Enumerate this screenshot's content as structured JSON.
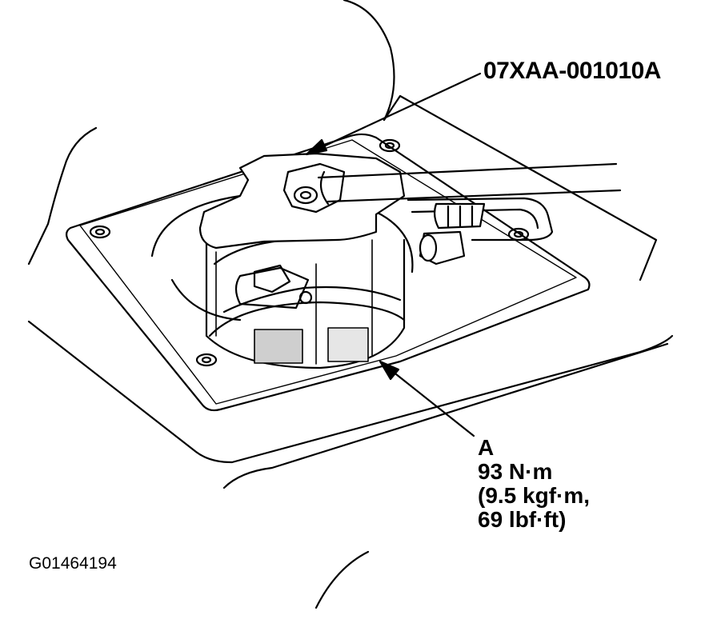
{
  "tool_label": "07XAA-001010A",
  "callout": {
    "letter": "A",
    "torque_nm": "93 N·m",
    "torque_kgfm": "(9.5 kgf·m,",
    "torque_lbfft": "69 lbf·ft)"
  },
  "figure_code": "G01464194"
}
